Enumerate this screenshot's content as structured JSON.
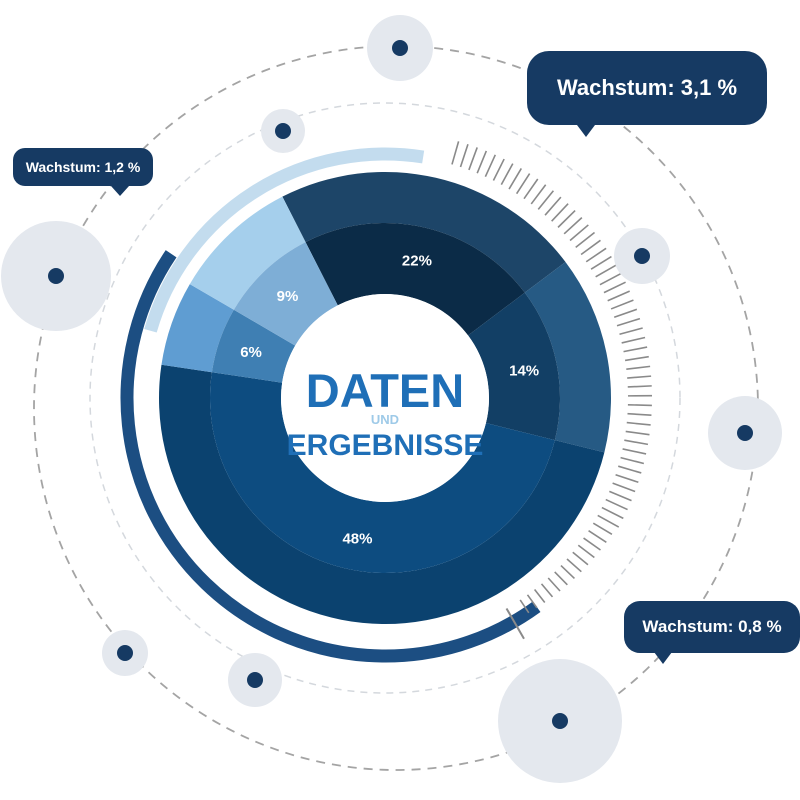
{
  "center": {
    "title": "DATEN",
    "connector": "UND",
    "subtitle": "ERGEBNISSE"
  },
  "callouts": {
    "top_right": "Wachstum: 3,1 %",
    "left": "Wachstum: 1,2 %",
    "bottom_right": "Wachstum: 0,8 %"
  },
  "chart_data": {
    "type": "pie",
    "variant": "donut",
    "categories": [
      "22%",
      "14%",
      "48%",
      "6%",
      "9%"
    ],
    "values": [
      22,
      14,
      48,
      6,
      9
    ],
    "labels": [
      "22%",
      "14%",
      "48%",
      "6%",
      "9%"
    ],
    "title": "DATEN UND ERGEBNISSE",
    "annotations": [
      "Wachstum: 3,1 %",
      "Wachstum: 1,2 %",
      "Wachstum: 0,8 %"
    ]
  },
  "colors": {
    "segments_inner": [
      "#0b2b47",
      "#123f65",
      "#0d4c80",
      "#3f7fb3",
      "#7eaed6"
    ],
    "segments_outer": [
      "#1d4568",
      "#265a84",
      "#0b426f",
      "#5f9dd2",
      "#a5cfec"
    ],
    "accent_dark": "#163a63",
    "accent_light": "#c3dcee",
    "title_blue": "#1f6fb7",
    "connector_blue": "#9ecae8",
    "dot": "#163a63",
    "halo": "#e4e8ee",
    "dash": "#a4a4a4",
    "hatch": "#8a8a8a"
  }
}
